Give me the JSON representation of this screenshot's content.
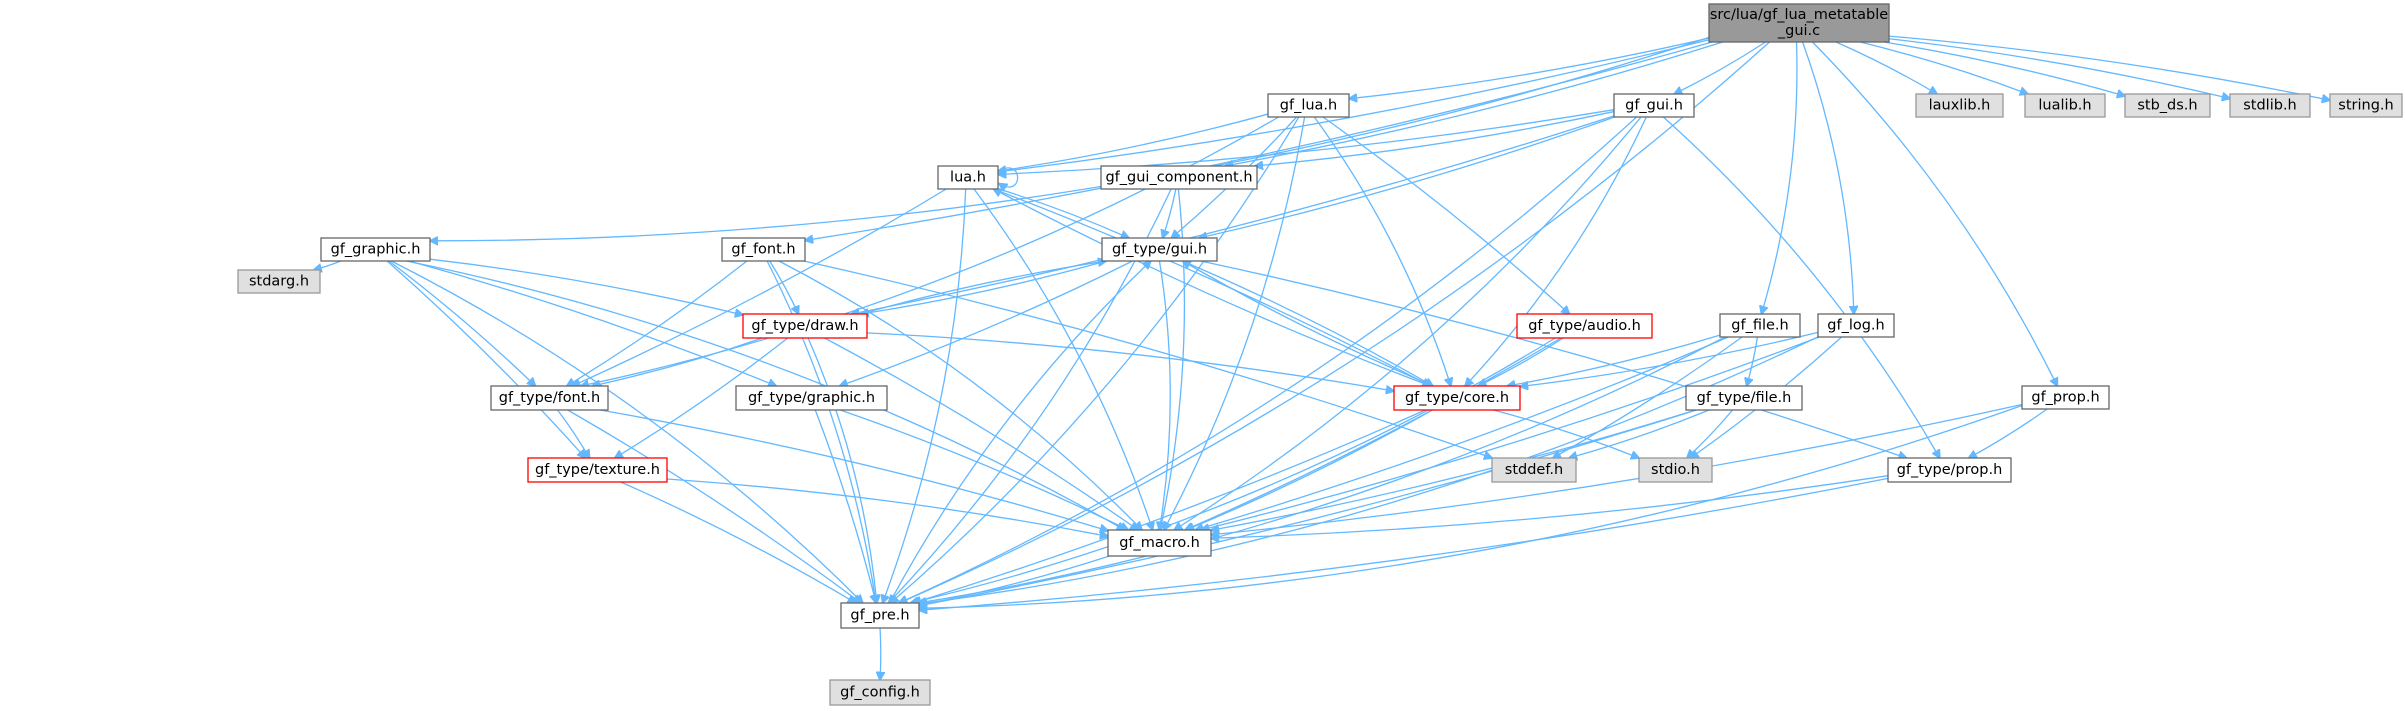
{
  "colors": {
    "edge": "#63b8ff",
    "node_border": "#666666",
    "node_fill": "#ffffff",
    "root_fill": "#999999",
    "root_border": "#666666",
    "missing_fill": "#e0e0e0",
    "missing_border": "#999999",
    "red_border": "#ff0000"
  },
  "graph": {
    "nodes": [
      {
        "id": "root",
        "lines": [
          "src/lua/gf_lua_metatable",
          "_gui.c"
        ],
        "style": "root"
      },
      {
        "id": "gf_lua",
        "lines": [
          "gf_lua.h"
        ],
        "style": "normal"
      },
      {
        "id": "gf_gui",
        "lines": [
          "gf_gui.h"
        ],
        "style": "normal"
      },
      {
        "id": "lauxlib",
        "lines": [
          "lauxlib.h"
        ],
        "style": "missing"
      },
      {
        "id": "lualib",
        "lines": [
          "lualib.h"
        ],
        "style": "missing"
      },
      {
        "id": "stb_ds",
        "lines": [
          "stb_ds.h"
        ],
        "style": "missing"
      },
      {
        "id": "stdlib",
        "lines": [
          "stdlib.h"
        ],
        "style": "missing"
      },
      {
        "id": "string",
        "lines": [
          "string.h"
        ],
        "style": "missing"
      },
      {
        "id": "lua",
        "lines": [
          "lua.h"
        ],
        "style": "normal"
      },
      {
        "id": "gui_comp",
        "lines": [
          "gf_gui_component.h"
        ],
        "style": "normal"
      },
      {
        "id": "gf_graphic",
        "lines": [
          "gf_graphic.h"
        ],
        "style": "normal"
      },
      {
        "id": "gf_font",
        "lines": [
          "gf_font.h"
        ],
        "style": "normal"
      },
      {
        "id": "type_gui",
        "lines": [
          "gf_type/gui.h"
        ],
        "style": "normal"
      },
      {
        "id": "stdarg",
        "lines": [
          "stdarg.h"
        ],
        "style": "missing"
      },
      {
        "id": "type_draw",
        "lines": [
          "gf_type/draw.h"
        ],
        "style": "red"
      },
      {
        "id": "type_audio",
        "lines": [
          "gf_type/audio.h"
        ],
        "style": "red"
      },
      {
        "id": "gf_file",
        "lines": [
          "gf_file.h"
        ],
        "style": "normal"
      },
      {
        "id": "gf_log",
        "lines": [
          "gf_log.h"
        ],
        "style": "normal"
      },
      {
        "id": "type_font",
        "lines": [
          "gf_type/font.h"
        ],
        "style": "normal"
      },
      {
        "id": "type_graphic",
        "lines": [
          "gf_type/graphic.h"
        ],
        "style": "normal"
      },
      {
        "id": "type_core",
        "lines": [
          "gf_type/core.h"
        ],
        "style": "red"
      },
      {
        "id": "type_file",
        "lines": [
          "gf_type/file.h"
        ],
        "style": "normal"
      },
      {
        "id": "gf_prop",
        "lines": [
          "gf_prop.h"
        ],
        "style": "normal"
      },
      {
        "id": "type_texture",
        "lines": [
          "gf_type/texture.h"
        ],
        "style": "red"
      },
      {
        "id": "stddef",
        "lines": [
          "stddef.h"
        ],
        "style": "missing"
      },
      {
        "id": "stdio",
        "lines": [
          "stdio.h"
        ],
        "style": "missing"
      },
      {
        "id": "type_prop",
        "lines": [
          "gf_type/prop.h"
        ],
        "style": "normal"
      },
      {
        "id": "gf_macro",
        "lines": [
          "gf_macro.h"
        ],
        "style": "normal"
      },
      {
        "id": "gf_pre",
        "lines": [
          "gf_pre.h"
        ],
        "style": "normal"
      },
      {
        "id": "gf_config",
        "lines": [
          "gf_config.h"
        ],
        "style": "missing"
      }
    ],
    "edges": [
      [
        "root",
        "gf_lua"
      ],
      [
        "root",
        "gf_gui"
      ],
      [
        "root",
        "lauxlib"
      ],
      [
        "root",
        "lualib"
      ],
      [
        "root",
        "stb_ds"
      ],
      [
        "root",
        "stdlib"
      ],
      [
        "root",
        "string"
      ],
      [
        "root",
        "lua"
      ],
      [
        "root",
        "gui_comp"
      ],
      [
        "root",
        "gf_graphic"
      ],
      [
        "root",
        "gf_font"
      ],
      [
        "root",
        "gf_file"
      ],
      [
        "root",
        "gf_log"
      ],
      [
        "root",
        "gf_prop"
      ],
      [
        "root",
        "gf_pre"
      ],
      [
        "gf_lua",
        "lua"
      ],
      [
        "gf_lua",
        "type_gui"
      ],
      [
        "gf_lua",
        "type_audio"
      ],
      [
        "gf_lua",
        "type_core"
      ],
      [
        "gf_lua",
        "gf_macro"
      ],
      [
        "gf_lua",
        "gf_pre"
      ],
      [
        "gf_lua",
        "type_font"
      ],
      [
        "gf_gui",
        "gui_comp"
      ],
      [
        "gf_gui",
        "type_gui"
      ],
      [
        "gf_gui",
        "type_draw"
      ],
      [
        "gf_gui",
        "type_core"
      ],
      [
        "gf_gui",
        "gf_macro"
      ],
      [
        "gf_gui",
        "gf_pre"
      ],
      [
        "gf_gui",
        "type_prop"
      ],
      [
        "gf_gui",
        "lua"
      ],
      [
        "lua",
        "lua"
      ],
      [
        "lua",
        "type_gui"
      ],
      [
        "lua",
        "type_core"
      ],
      [
        "lua",
        "gf_macro"
      ],
      [
        "lua",
        "type_font"
      ],
      [
        "lua",
        "gf_pre"
      ],
      [
        "gui_comp",
        "type_gui"
      ],
      [
        "gui_comp",
        "gf_macro"
      ],
      [
        "gui_comp",
        "gf_pre"
      ],
      [
        "gf_graphic",
        "stdarg"
      ],
      [
        "gf_graphic",
        "type_draw"
      ],
      [
        "gf_graphic",
        "type_font"
      ],
      [
        "gf_graphic",
        "type_graphic"
      ],
      [
        "gf_graphic",
        "type_texture"
      ],
      [
        "gf_graphic",
        "gf_macro"
      ],
      [
        "gf_graphic",
        "gf_pre"
      ],
      [
        "gf_font",
        "type_draw"
      ],
      [
        "gf_font",
        "type_font"
      ],
      [
        "gf_font",
        "stddef"
      ],
      [
        "gf_font",
        "gf_macro"
      ],
      [
        "gf_font",
        "gf_pre"
      ],
      [
        "type_gui",
        "type_draw"
      ],
      [
        "type_gui",
        "type_core"
      ],
      [
        "type_gui",
        "type_prop"
      ],
      [
        "type_gui",
        "gf_macro"
      ],
      [
        "type_gui",
        "type_graphic"
      ],
      [
        "type_draw",
        "type_gui"
      ],
      [
        "type_draw",
        "type_core"
      ],
      [
        "type_draw",
        "type_font"
      ],
      [
        "type_draw",
        "type_texture"
      ],
      [
        "type_draw",
        "gf_macro"
      ],
      [
        "type_draw",
        "gf_pre"
      ],
      [
        "type_audio",
        "type_core"
      ],
      [
        "type_audio",
        "gf_macro"
      ],
      [
        "type_audio",
        "gf_pre"
      ],
      [
        "gf_file",
        "type_core"
      ],
      [
        "gf_file",
        "type_file"
      ],
      [
        "gf_file",
        "stddef"
      ],
      [
        "gf_file",
        "gf_macro"
      ],
      [
        "gf_file",
        "gf_pre"
      ],
      [
        "gf_log",
        "type_core"
      ],
      [
        "gf_log",
        "stdio"
      ],
      [
        "gf_log",
        "gf_macro"
      ],
      [
        "gf_log",
        "gf_pre"
      ],
      [
        "type_core",
        "stdio"
      ],
      [
        "type_core",
        "gf_macro"
      ],
      [
        "type_core",
        "gf_pre"
      ],
      [
        "type_core",
        "lua"
      ],
      [
        "type_core",
        "type_gui"
      ],
      [
        "type_file",
        "stddef"
      ],
      [
        "type_file",
        "stdio"
      ],
      [
        "type_file",
        "gf_macro"
      ],
      [
        "type_file",
        "gf_pre"
      ],
      [
        "type_font",
        "type_texture"
      ],
      [
        "type_font",
        "gf_macro"
      ],
      [
        "type_font",
        "gf_pre"
      ],
      [
        "type_graphic",
        "gf_macro"
      ],
      [
        "type_graphic",
        "gf_pre"
      ],
      [
        "type_texture",
        "gf_macro"
      ],
      [
        "type_texture",
        "gf_pre"
      ],
      [
        "gf_prop",
        "type_prop"
      ],
      [
        "gf_prop",
        "gf_macro"
      ],
      [
        "gf_prop",
        "gf_pre"
      ],
      [
        "type_prop",
        "gf_macro"
      ],
      [
        "type_prop",
        "gf_pre"
      ],
      [
        "gf_macro",
        "gf_pre"
      ],
      [
        "gf_pre",
        "gf_config"
      ],
      [
        "gf_pre",
        "type_gui"
      ]
    ]
  }
}
